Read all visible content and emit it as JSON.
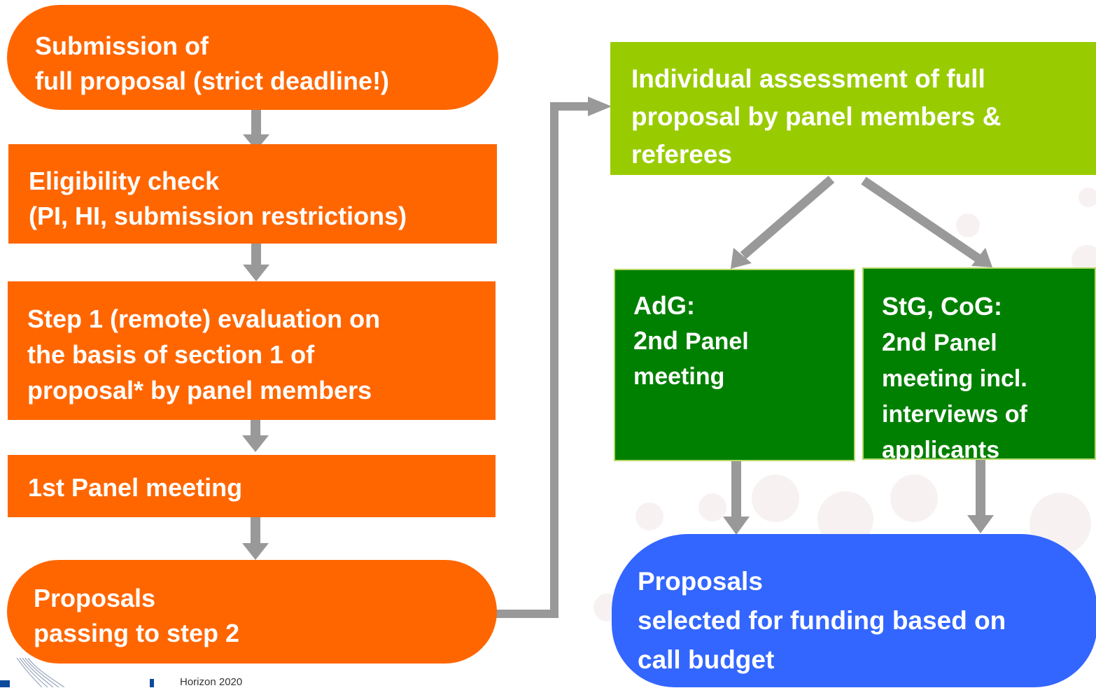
{
  "nodes": {
    "submission": [
      "Submission of",
      "full proposal (strict deadline!)"
    ],
    "eligibility": [
      "Eligibility check",
      "(PI, HI, submission restrictions)"
    ],
    "step1": [
      "Step 1 (remote) evaluation on",
      "the basis of section 1 of",
      "proposal* by panel members"
    ],
    "panel1": [
      "1st Panel meeting"
    ],
    "passing": [
      "Proposals",
      "passing to step 2"
    ],
    "individual": [
      "Individual assessment of full",
      "proposal by panel members &",
      "referees"
    ],
    "adg": {
      "line1": "AdG:",
      "line2a": "2nd",
      "line2b": "Panel",
      "line3": "meeting"
    },
    "stg": {
      "line1": "StG, CoG:",
      "line2a": "2nd",
      "line2b": "Panel",
      "line3": "meeting incl.",
      "line4": "interviews of",
      "line5": "applicants"
    },
    "selected": [
      "Proposals",
      "selected for funding based on",
      "call budget"
    ]
  },
  "footer": {
    "label": "Horizon 2020"
  },
  "colors": {
    "orange": "#ff6600",
    "lime": "#99cc00",
    "green": "#008000",
    "blue": "#3366ff",
    "arrow": "#999999"
  }
}
